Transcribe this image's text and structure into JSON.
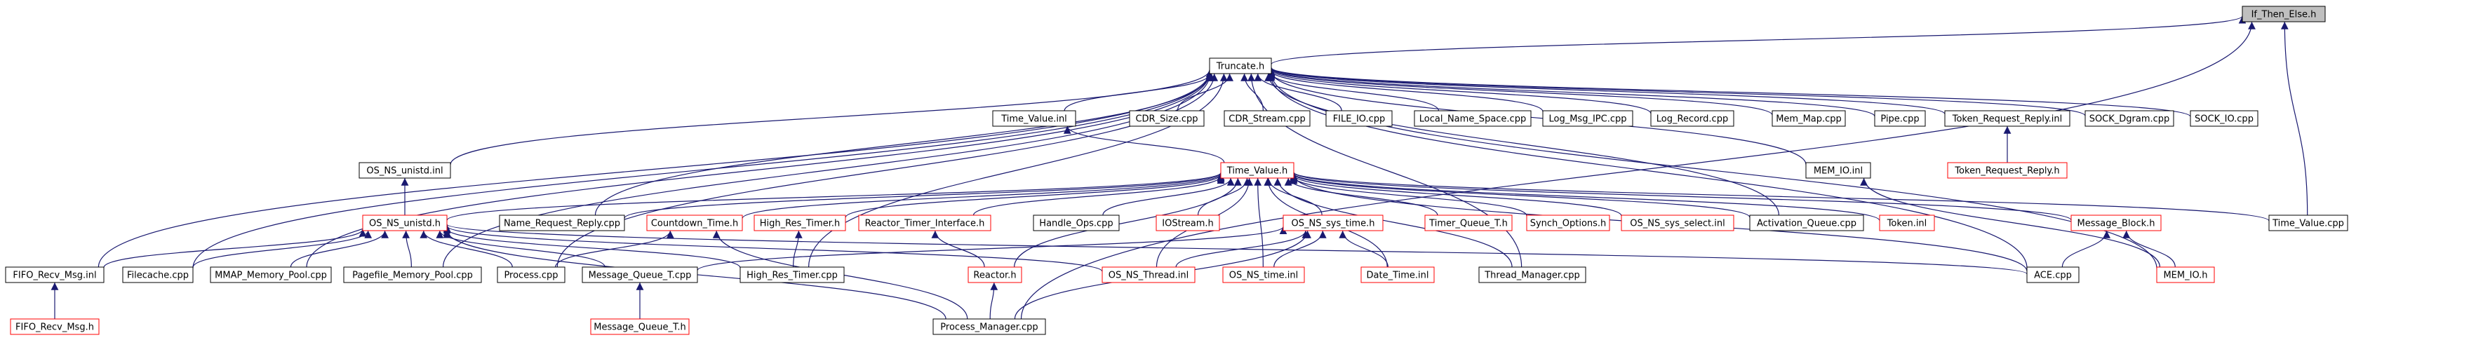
{
  "graph": {
    "colors": {
      "edge": "#191970",
      "node_border_default": "#000000",
      "node_border_link": "#ff0000",
      "node_fill_root": "#bfbfbf",
      "node_fill": "#ffffff",
      "text": "#000000"
    },
    "nodes": [
      {
        "id": "if_then_else",
        "label": "If_Then_Else.h",
        "style": "root"
      },
      {
        "id": "truncate",
        "label": "Truncate.h",
        "style": "black"
      },
      {
        "id": "time_value_inl",
        "label": "Time_Value.inl",
        "style": "black"
      },
      {
        "id": "cdr_size",
        "label": "CDR_Size.cpp",
        "style": "black"
      },
      {
        "id": "cdr_stream",
        "label": "CDR_Stream.cpp",
        "style": "black"
      },
      {
        "id": "file_io",
        "label": "FILE_IO.cpp",
        "style": "black"
      },
      {
        "id": "local_name_space",
        "label": "Local_Name_Space.cpp",
        "style": "black"
      },
      {
        "id": "log_msg_ipc",
        "label": "Log_Msg_IPC.cpp",
        "style": "black"
      },
      {
        "id": "log_record",
        "label": "Log_Record.cpp",
        "style": "black"
      },
      {
        "id": "mem_map",
        "label": "Mem_Map.cpp",
        "style": "black"
      },
      {
        "id": "pipe",
        "label": "Pipe.cpp",
        "style": "black"
      },
      {
        "id": "token_request_reply_inl",
        "label": "Token_Request_Reply.inl",
        "style": "black"
      },
      {
        "id": "sock_dgram",
        "label": "SOCK_Dgram.cpp",
        "style": "black"
      },
      {
        "id": "sock_io",
        "label": "SOCK_IO.cpp",
        "style": "black"
      },
      {
        "id": "os_ns_unistd_inl",
        "label": "OS_NS_unistd.inl",
        "style": "black"
      },
      {
        "id": "time_value_h",
        "label": "Time_Value.h",
        "style": "red"
      },
      {
        "id": "mem_io_inl",
        "label": "MEM_IO.inl",
        "style": "black"
      },
      {
        "id": "token_request_reply_h",
        "label": "Token_Request_Reply.h",
        "style": "red"
      },
      {
        "id": "os_ns_unistd_h",
        "label": "OS_NS_unistd.h",
        "style": "red"
      },
      {
        "id": "name_request_reply",
        "label": "Name_Request_Reply.cpp",
        "style": "black"
      },
      {
        "id": "countdown_time",
        "label": "Countdown_Time.h",
        "style": "red"
      },
      {
        "id": "high_res_timer_h",
        "label": "High_Res_Timer.h",
        "style": "red"
      },
      {
        "id": "reactor_timer_interface",
        "label": "Reactor_Timer_Interface.h",
        "style": "red"
      },
      {
        "id": "handle_ops",
        "label": "Handle_Ops.cpp",
        "style": "black"
      },
      {
        "id": "iostream_h",
        "label": "IOStream.h",
        "style": "red"
      },
      {
        "id": "os_ns_sys_time_h",
        "label": "OS_NS_sys_time.h",
        "style": "red"
      },
      {
        "id": "timer_queue_t",
        "label": "Timer_Queue_T.h",
        "style": "red"
      },
      {
        "id": "synch_options",
        "label": "Synch_Options.h",
        "style": "red"
      },
      {
        "id": "os_ns_sys_select_inl",
        "label": "OS_NS_sys_select.inl",
        "style": "red"
      },
      {
        "id": "activation_queue",
        "label": "Activation_Queue.cpp",
        "style": "black"
      },
      {
        "id": "token_inl",
        "label": "Token.inl",
        "style": "red"
      },
      {
        "id": "message_block_h",
        "label": "Message_Block.h",
        "style": "red"
      },
      {
        "id": "time_value_cpp",
        "label": "Time_Value.cpp",
        "style": "black"
      },
      {
        "id": "fifo_recv_msg_inl",
        "label": "FIFO_Recv_Msg.inl",
        "style": "black"
      },
      {
        "id": "filecache",
        "label": "Filecache.cpp",
        "style": "black"
      },
      {
        "id": "mmap_memory_pool",
        "label": "MMAP_Memory_Pool.cpp",
        "style": "black"
      },
      {
        "id": "pagefile_memory_pool",
        "label": "Pagefile_Memory_Pool.cpp",
        "style": "black"
      },
      {
        "id": "process_cpp",
        "label": "Process.cpp",
        "style": "black"
      },
      {
        "id": "message_queue_t_cpp",
        "label": "Message_Queue_T.cpp",
        "style": "black"
      },
      {
        "id": "high_res_timer_cpp",
        "label": "High_Res_Timer.cpp",
        "style": "black"
      },
      {
        "id": "reactor_h",
        "label": "Reactor.h",
        "style": "red"
      },
      {
        "id": "os_ns_thread_inl",
        "label": "OS_NS_Thread.inl",
        "style": "red"
      },
      {
        "id": "os_ns_time_inl",
        "label": "OS_NS_time.inl",
        "style": "red"
      },
      {
        "id": "date_time_inl",
        "label": "Date_Time.inl",
        "style": "red"
      },
      {
        "id": "thread_manager",
        "label": "Thread_Manager.cpp",
        "style": "black"
      },
      {
        "id": "ace_cpp",
        "label": "ACE.cpp",
        "style": "black"
      },
      {
        "id": "mem_io_h",
        "label": "MEM_IO.h",
        "style": "red"
      },
      {
        "id": "fifo_recv_msg_h",
        "label": "FIFO_Recv_Msg.h",
        "style": "red"
      },
      {
        "id": "message_queue_t_h",
        "label": "Message_Queue_T.h",
        "style": "red"
      },
      {
        "id": "process_manager",
        "label": "Process_Manager.cpp",
        "style": "black"
      }
    ],
    "edges": [
      [
        "truncate",
        "if_then_else"
      ],
      [
        "time_value_cpp",
        "if_then_else"
      ],
      [
        "process_manager",
        "if_then_else"
      ],
      [
        "time_value_inl",
        "truncate"
      ],
      [
        "cdr_size",
        "truncate"
      ],
      [
        "cdr_stream",
        "truncate"
      ],
      [
        "file_io",
        "truncate"
      ],
      [
        "local_name_space",
        "truncate"
      ],
      [
        "log_msg_ipc",
        "truncate"
      ],
      [
        "log_record",
        "truncate"
      ],
      [
        "mem_map",
        "truncate"
      ],
      [
        "pipe",
        "truncate"
      ],
      [
        "token_request_reply_inl",
        "truncate"
      ],
      [
        "sock_dgram",
        "truncate"
      ],
      [
        "sock_io",
        "truncate"
      ],
      [
        "os_ns_unistd_inl",
        "truncate"
      ],
      [
        "mem_io_inl",
        "truncate"
      ],
      [
        "name_request_reply",
        "truncate"
      ],
      [
        "activation_queue",
        "truncate"
      ],
      [
        "fifo_recv_msg_inl",
        "truncate"
      ],
      [
        "filecache",
        "truncate"
      ],
      [
        "mmap_memory_pool",
        "truncate"
      ],
      [
        "pagefile_memory_pool",
        "truncate"
      ],
      [
        "process_cpp",
        "truncate"
      ],
      [
        "high_res_timer_cpp",
        "truncate"
      ],
      [
        "thread_manager",
        "truncate"
      ],
      [
        "ace_cpp",
        "truncate"
      ],
      [
        "mem_io_h",
        "truncate"
      ],
      [
        "time_value_h",
        "time_value_inl"
      ],
      [
        "token_request_reply_h",
        "token_request_reply_inl"
      ],
      [
        "os_ns_unistd_h",
        "os_ns_unistd_inl"
      ],
      [
        "mem_io_h",
        "mem_io_inl"
      ],
      [
        "os_ns_unistd_h",
        "time_value_h"
      ],
      [
        "name_request_reply",
        "time_value_h"
      ],
      [
        "countdown_time",
        "time_value_h"
      ],
      [
        "high_res_timer_h",
        "time_value_h"
      ],
      [
        "reactor_timer_interface",
        "time_value_h"
      ],
      [
        "handle_ops",
        "time_value_h"
      ],
      [
        "iostream_h",
        "time_value_h"
      ],
      [
        "os_ns_sys_time_h",
        "time_value_h"
      ],
      [
        "timer_queue_t",
        "time_value_h"
      ],
      [
        "synch_options",
        "time_value_h"
      ],
      [
        "os_ns_sys_select_inl",
        "time_value_h"
      ],
      [
        "activation_queue",
        "time_value_h"
      ],
      [
        "token_inl",
        "time_value_h"
      ],
      [
        "message_block_h",
        "time_value_h"
      ],
      [
        "time_value_cpp",
        "time_value_h"
      ],
      [
        "reactor_h",
        "time_value_h"
      ],
      [
        "os_ns_thread_inl",
        "time_value_h"
      ],
      [
        "os_ns_time_inl",
        "time_value_h"
      ],
      [
        "date_time_inl",
        "time_value_h"
      ],
      [
        "thread_manager",
        "time_value_h"
      ],
      [
        "ace_cpp",
        "time_value_h"
      ],
      [
        "fifo_recv_msg_inl",
        "os_ns_unistd_h"
      ],
      [
        "filecache",
        "os_ns_unistd_h"
      ],
      [
        "mmap_memory_pool",
        "os_ns_unistd_h"
      ],
      [
        "pagefile_memory_pool",
        "os_ns_unistd_h"
      ],
      [
        "process_cpp",
        "os_ns_unistd_h"
      ],
      [
        "message_queue_t_cpp",
        "os_ns_unistd_h"
      ],
      [
        "high_res_timer_cpp",
        "os_ns_unistd_h"
      ],
      [
        "os_ns_thread_inl",
        "os_ns_unistd_h"
      ],
      [
        "ace_cpp",
        "os_ns_unistd_h"
      ],
      [
        "process_manager",
        "os_ns_unistd_h"
      ],
      [
        "process_cpp",
        "countdown_time"
      ],
      [
        "process_manager",
        "countdown_time"
      ],
      [
        "high_res_timer_cpp",
        "high_res_timer_h"
      ],
      [
        "reactor_h",
        "reactor_timer_interface"
      ],
      [
        "process_manager",
        "reactor_h"
      ],
      [
        "message_queue_t_cpp",
        "os_ns_sys_time_h"
      ],
      [
        "os_ns_thread_inl",
        "os_ns_sys_time_h"
      ],
      [
        "os_ns_time_inl",
        "os_ns_sys_time_h"
      ],
      [
        "date_time_inl",
        "os_ns_sys_time_h"
      ],
      [
        "process_manager",
        "os_ns_sys_time_h"
      ],
      [
        "ace_cpp",
        "message_block_h"
      ],
      [
        "mem_io_h",
        "message_block_h"
      ],
      [
        "fifo_recv_msg_h",
        "fifo_recv_msg_inl"
      ],
      [
        "message_queue_t_h",
        "message_queue_t_cpp"
      ]
    ]
  }
}
